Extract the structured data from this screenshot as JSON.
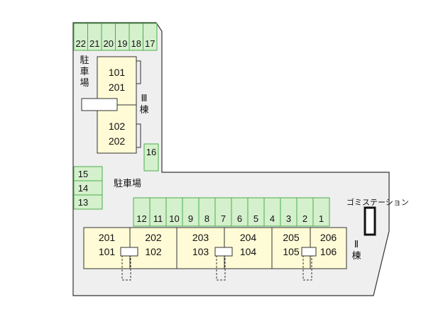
{
  "colors": {
    "ground": "#efefef",
    "parking": "#d4f0cc",
    "parking_border": "#4cae4c",
    "unit": "#fffbd6",
    "outline": "#333333"
  },
  "parking_top_row": [
    "22",
    "21",
    "20",
    "19",
    "18",
    "17"
  ],
  "parking_single": "16",
  "parking_left_col": [
    "15",
    "14",
    "13"
  ],
  "parking_long_row": [
    "12",
    "11",
    "10",
    "9",
    "8",
    "7",
    "6",
    "5",
    "4",
    "3",
    "2",
    "1"
  ],
  "building3": {
    "label": "Ⅲ棟",
    "upper_units": [
      "101",
      "201"
    ],
    "lower_units": [
      "102",
      "202"
    ]
  },
  "building2": {
    "label": "Ⅱ棟",
    "units": [
      {
        "upper": "201",
        "lower": "101"
      },
      {
        "upper": "202",
        "lower": "102"
      },
      {
        "upper": "203",
        "lower": "103"
      },
      {
        "upper": "204",
        "lower": "104"
      },
      {
        "upper": "205",
        "lower": "105"
      },
      {
        "upper": "206",
        "lower": "106"
      }
    ]
  },
  "labels": {
    "parking_vertical": "駐車場",
    "parking_center": "駐車場",
    "garbage_station": "ゴミステーション"
  }
}
